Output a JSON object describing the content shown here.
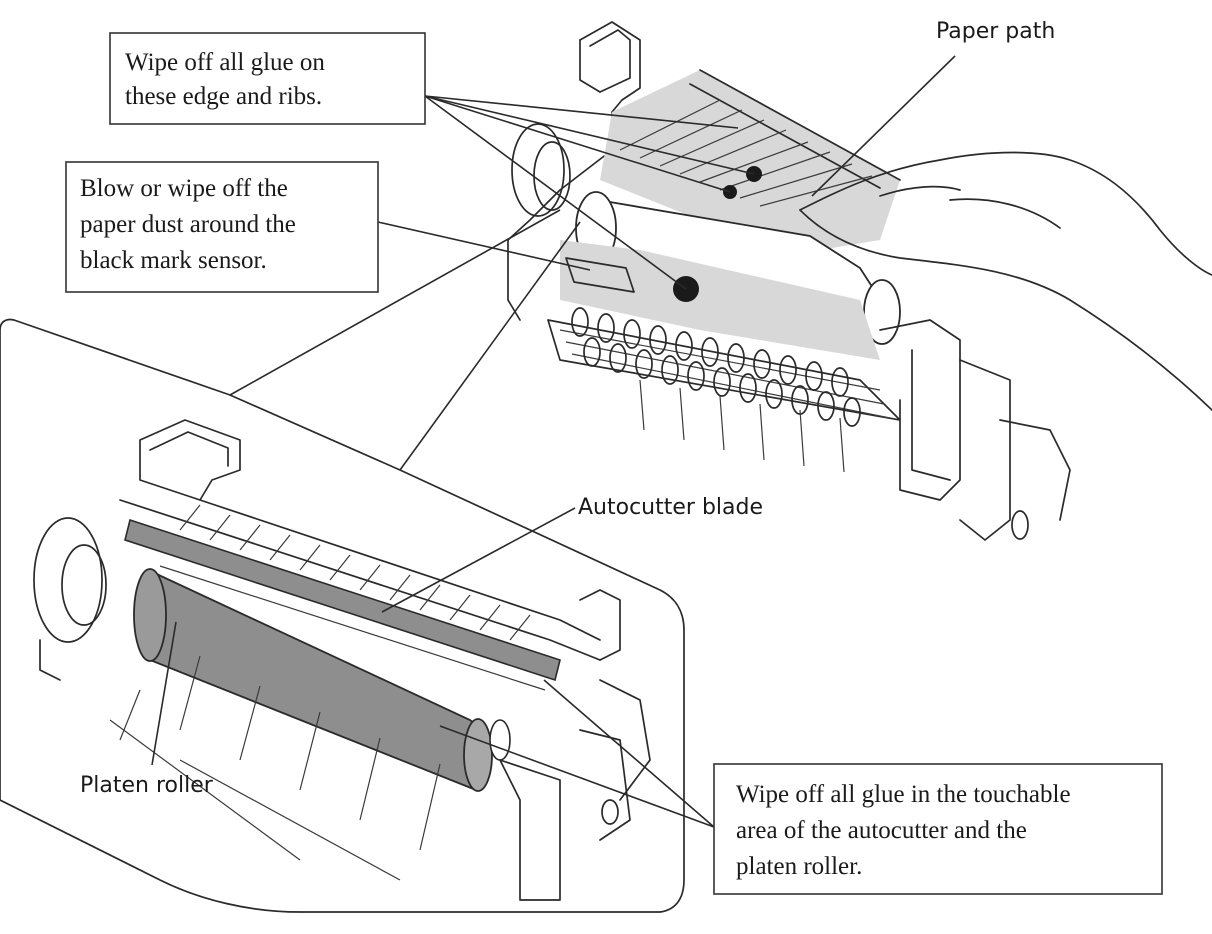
{
  "labels": {
    "paper_path": "Paper path",
    "glue_edges": [
      "Wipe off all glue on",
      "these edge and ribs."
    ],
    "dust_sensor": [
      "Blow or wipe off the",
      "paper dust around the",
      "black mark sensor."
    ],
    "autocutter_blade": "Autocutter blade",
    "platen_roller": "Platen roller",
    "glue_touchable": [
      "Wipe off all glue in the touchable",
      "area of the autocutter and the",
      "platen roller."
    ]
  },
  "icons": {
    "callout_dot": "filled-circle",
    "hand": "hand-with-cloth"
  },
  "colors": {
    "line": "#2a2a2a",
    "shade": "#d8d8d8",
    "roller_dark": "#8e8e8e"
  }
}
